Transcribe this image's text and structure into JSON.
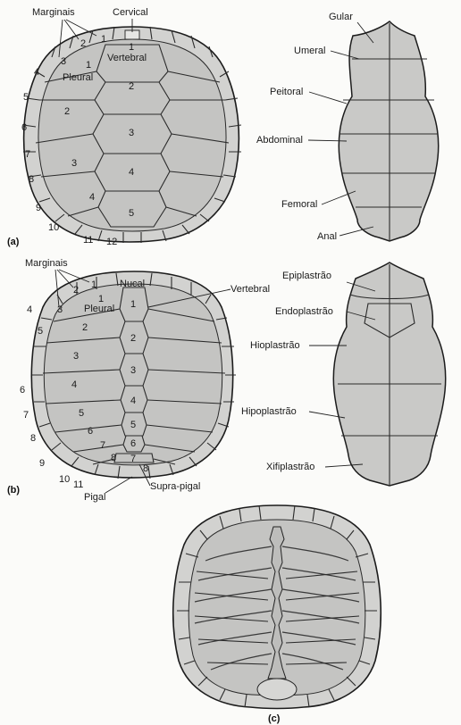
{
  "panels": [
    "(a)",
    "(b)",
    "(c)"
  ],
  "panel_a": {
    "labels": {
      "marginais": "Marginais",
      "cervical": "Cervical",
      "vertebral": "Vertebral",
      "pleural": "Pleural",
      "gular": "Gular",
      "umeral": "Umeral",
      "peitoral": "Peitoral",
      "abdominal": "Abdominal",
      "femoral": "Femoral",
      "anal": "Anal"
    },
    "marginal_numbers": [
      "1",
      "2",
      "3",
      "4",
      "5",
      "6",
      "7",
      "8",
      "9",
      "10",
      "11",
      "12"
    ],
    "pleural_numbers": [
      "1",
      "2",
      "3",
      "4"
    ],
    "vertebral_numbers": [
      "1",
      "2",
      "3",
      "4",
      "5"
    ]
  },
  "panel_b": {
    "labels": {
      "marginais": "Marginais",
      "nucal": "Nucal",
      "vertebral": "Vertebral",
      "pleural": "Pleural",
      "pigal": "Pigal",
      "supra_pigal": "Supra-pigal",
      "epiplastrao": "Epiplastrão",
      "endoplastrao": "Endoplastrão",
      "hioplastrao": "Hioplastrão",
      "hipoplastrao": "Hipoplastrão",
      "xifiplastrao": "Xifiplastrão"
    },
    "marginal_numbers": [
      "1",
      "2",
      "3",
      "4",
      "5",
      "6",
      "7",
      "8",
      "9",
      "10",
      "11"
    ],
    "pleural_numbers": [
      "1",
      "2",
      "3",
      "4",
      "5",
      "6",
      "7",
      "8"
    ],
    "neural_numbers": [
      "1",
      "2",
      "3",
      "4",
      "5",
      "6",
      "7",
      "8"
    ]
  }
}
